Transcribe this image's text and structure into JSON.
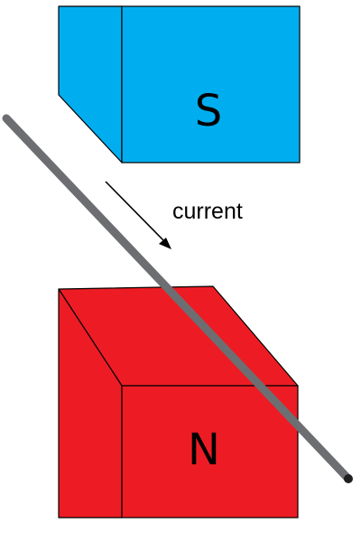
{
  "diagram": {
    "south_magnet": {
      "pole_label": "S",
      "color": "#00aeef"
    },
    "north_magnet": {
      "pole_label": "N",
      "color": "#ed1c24"
    },
    "wire": {
      "color": "#6d6e71"
    },
    "current_arrow": {
      "label": "current"
    }
  }
}
